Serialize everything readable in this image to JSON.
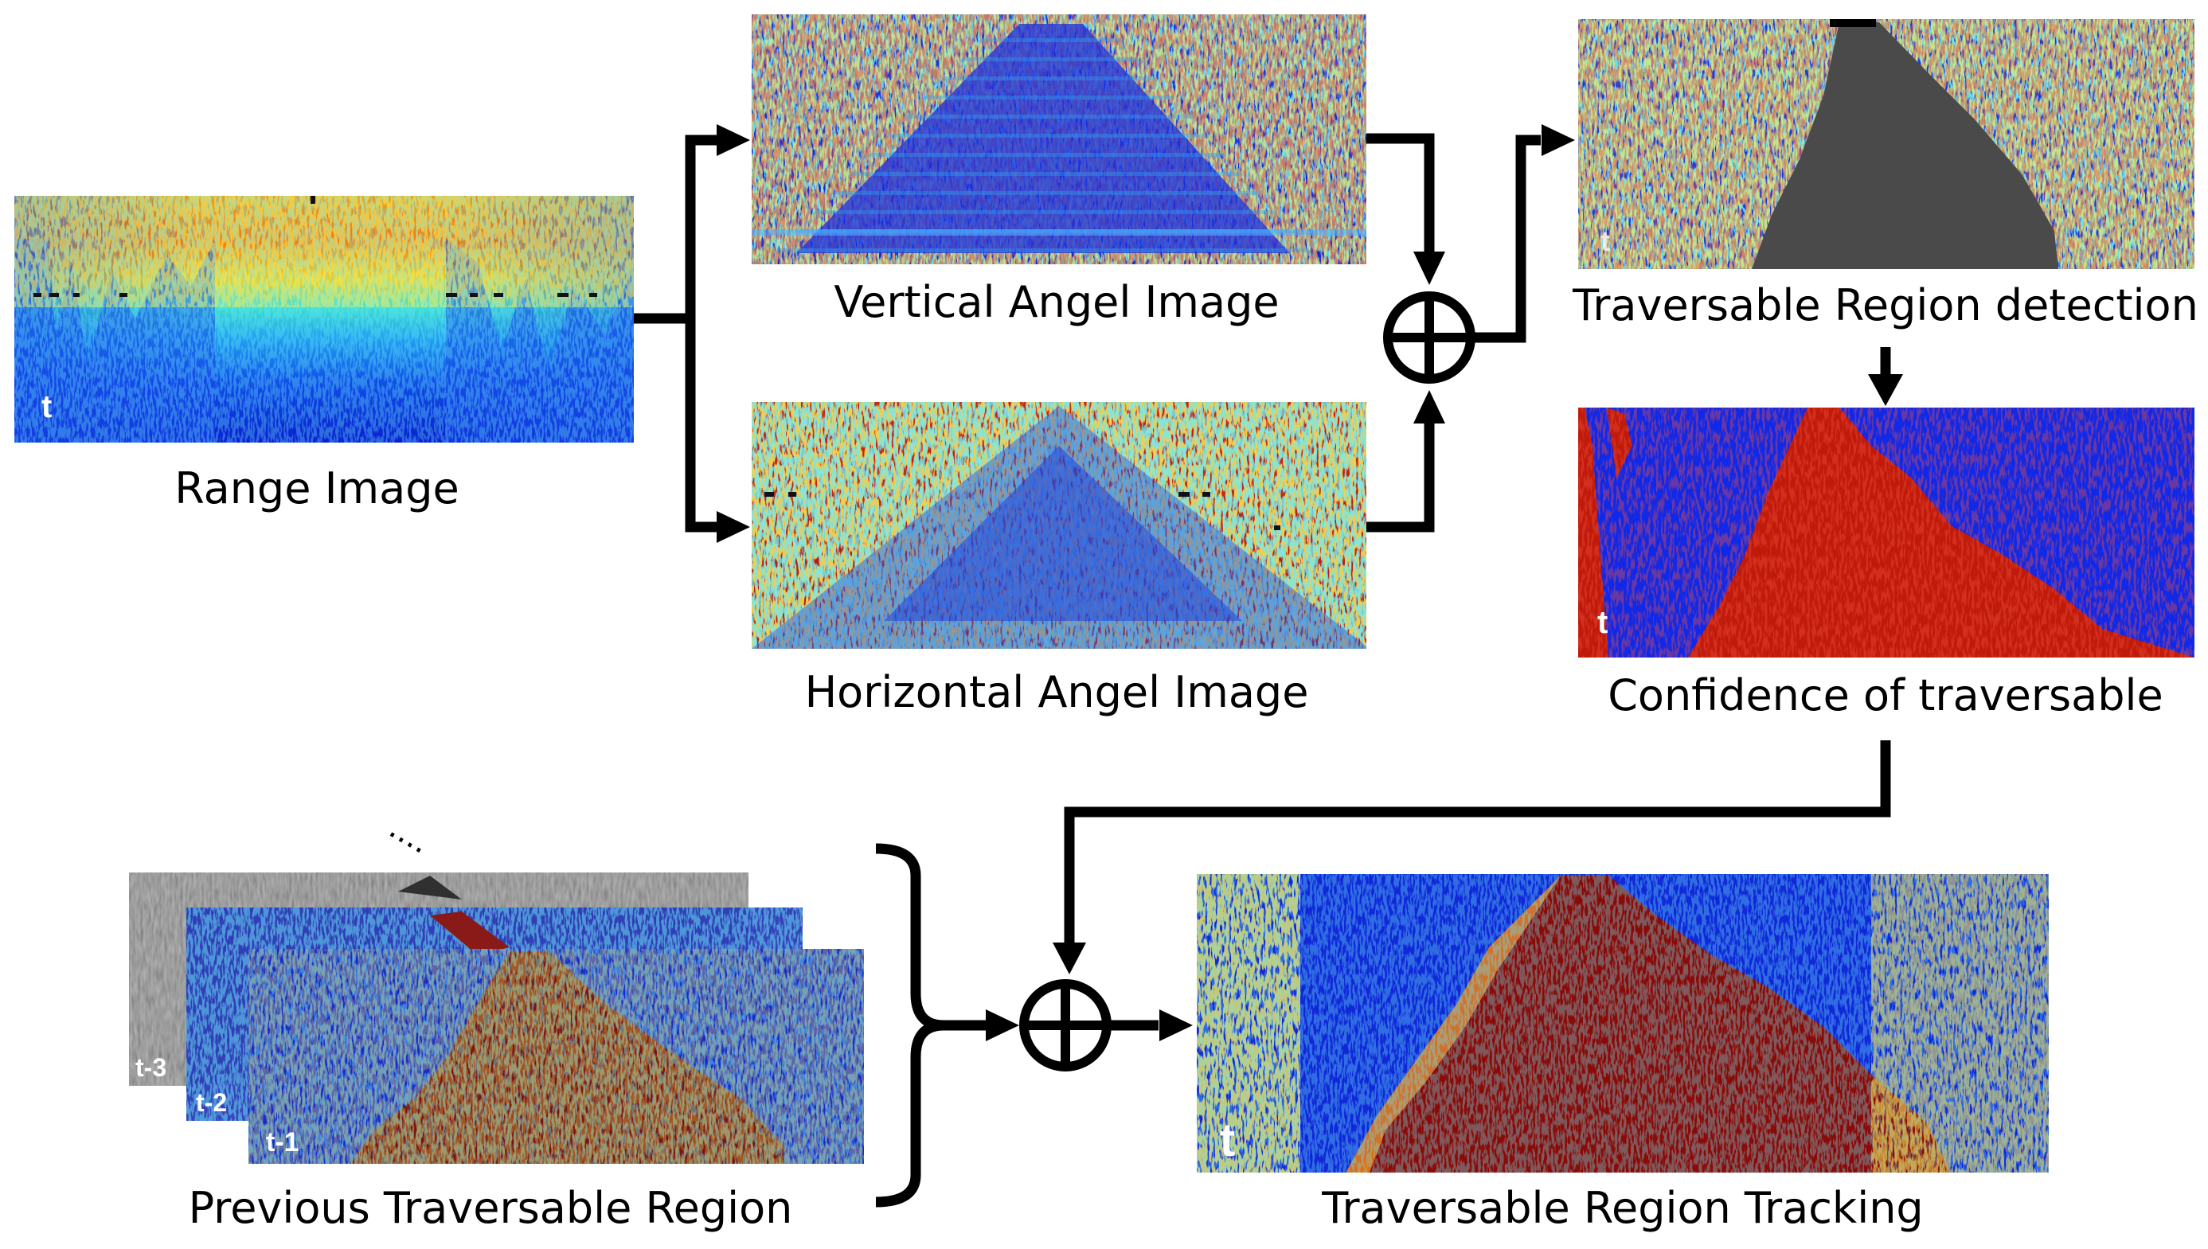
{
  "captions": {
    "range": "Range Image",
    "vertical": "Vertical Angel Image",
    "horizontal": "Horizontal Angel Image",
    "detection": "Traversable Region detection",
    "confidence": "Confidence of traversable",
    "previous": "Previous Traversable Region",
    "tracking": "Traversable Region Tracking"
  },
  "time_labels": {
    "range": "t",
    "detection": "t",
    "confidence": "t",
    "tracking": "t",
    "prev1": "t-1",
    "prev2": "t-2",
    "prev3": "t-3"
  },
  "ellipsis": "....",
  "operator_symbol": "⊕",
  "colors": {
    "deep_blue": "#0a18c8",
    "blue": "#1030e0",
    "cyan": "#20d0e8",
    "yellow": "#f0e020",
    "orange": "#f08010",
    "red": "#d01010",
    "dark_red": "#8a0a08",
    "gray_region": "#4a4a4a",
    "wire": "#000000"
  }
}
